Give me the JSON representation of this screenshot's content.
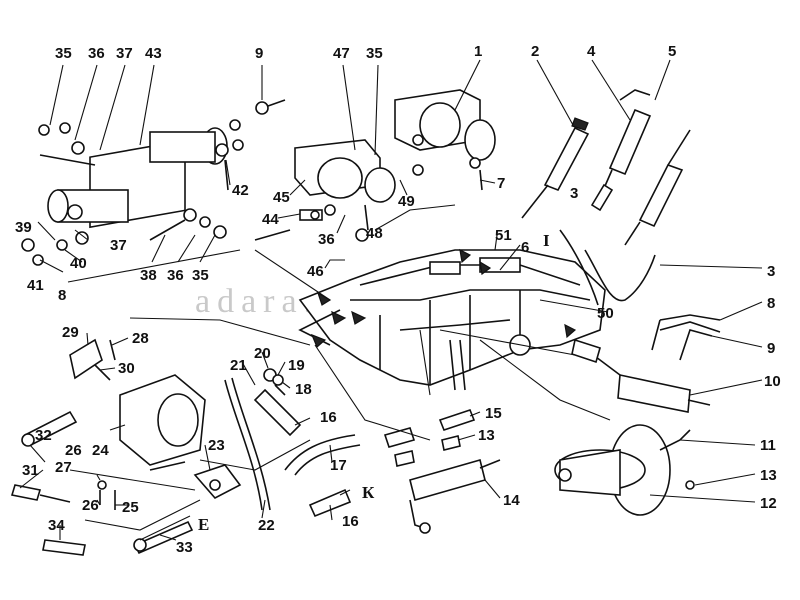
{
  "watermark": "adara.com.ua",
  "labels": [
    {
      "t": "35"
    },
    {
      "t": "36"
    },
    {
      "t": "37"
    },
    {
      "t": "43"
    },
    {
      "t": "9"
    },
    {
      "t": "47"
    },
    {
      "t": "35"
    },
    {
      "t": "1"
    },
    {
      "t": "2"
    },
    {
      "t": "4"
    },
    {
      "t": "5"
    },
    {
      "t": "42"
    },
    {
      "t": "45"
    },
    {
      "t": "49"
    },
    {
      "t": "7"
    },
    {
      "t": "3"
    },
    {
      "t": "I"
    },
    {
      "t": "44"
    },
    {
      "t": "48"
    },
    {
      "t": "36"
    },
    {
      "t": "51"
    },
    {
      "t": "6"
    },
    {
      "t": "39"
    },
    {
      "t": "37"
    },
    {
      "t": "46"
    },
    {
      "t": "3"
    },
    {
      "t": "41"
    },
    {
      "t": "40"
    },
    {
      "t": "38"
    },
    {
      "t": "36"
    },
    {
      "t": "35"
    },
    {
      "t": "8"
    },
    {
      "t": "8"
    },
    {
      "t": "50"
    },
    {
      "t": "9"
    },
    {
      "t": "29"
    },
    {
      "t": "28"
    },
    {
      "t": "30"
    },
    {
      "t": "20"
    },
    {
      "t": "21"
    },
    {
      "t": "19"
    },
    {
      "t": "18"
    },
    {
      "t": "10"
    },
    {
      "t": "16"
    },
    {
      "t": "15"
    },
    {
      "t": "32"
    },
    {
      "t": "24"
    },
    {
      "t": "23"
    },
    {
      "t": "13"
    },
    {
      "t": "11"
    },
    {
      "t": "26"
    },
    {
      "t": "27"
    },
    {
      "t": "17"
    },
    {
      "t": "31"
    },
    {
      "t": "13"
    },
    {
      "t": "26"
    },
    {
      "t": "25"
    },
    {
      "t": "К"
    },
    {
      "t": "14"
    },
    {
      "t": "12"
    },
    {
      "t": "16"
    },
    {
      "t": "E"
    },
    {
      "t": "22"
    },
    {
      "t": "34"
    },
    {
      "t": "33"
    }
  ]
}
